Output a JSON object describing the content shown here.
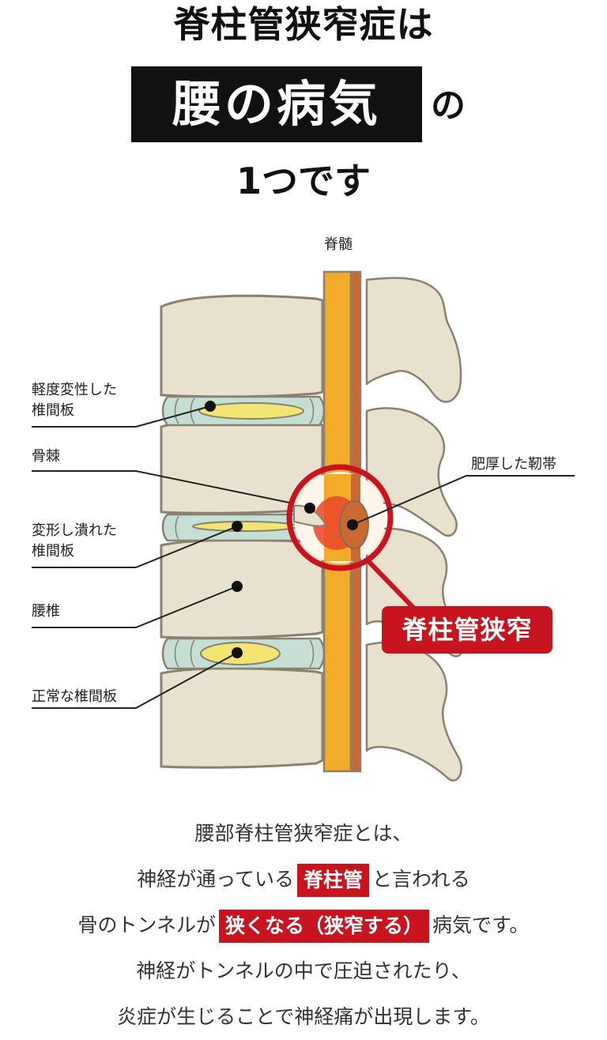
{
  "heading": {
    "line1": "脊柱管狭窄症は",
    "highlight": "腰の病気",
    "particle": "の",
    "line3": "1つです"
  },
  "diagram": {
    "top_label": "脊髄",
    "callout": "脊柱管狭窄",
    "labels": {
      "mild_disc_1": "軽度変性した",
      "mild_disc_2": "椎間板",
      "bone_spur": "骨棘",
      "deformed_disc_1": "変形し潰れた",
      "deformed_disc_2": "椎間板",
      "lumbar": "腰椎",
      "normal_disc": "正常な椎間板",
      "ligament": "肥厚した靭帯"
    },
    "colors": {
      "bone": "#e8e1cd",
      "bone_outline": "#8a8170",
      "disc": "#c5dfd5",
      "nucleus": "#f3e574",
      "spinal_cord": "#f3ab2a",
      "ligament": "#c96a33",
      "stenosis": "#e8452a",
      "accent_red": "#c8141e"
    }
  },
  "body": {
    "line1": "腰部脊柱管狭窄症とは、",
    "line2_pre": "神経が通っている",
    "line2_hl": "脊柱管",
    "line2_post": "と言われる",
    "line3_pre": "骨のトンネルが",
    "line3_hl": "狭くなる（狭窄する）",
    "line3_post": "病気です。",
    "line4": "神経がトンネルの中で圧迫されたり、",
    "line5": "炎症が生じることで神経痛が出現します。"
  }
}
